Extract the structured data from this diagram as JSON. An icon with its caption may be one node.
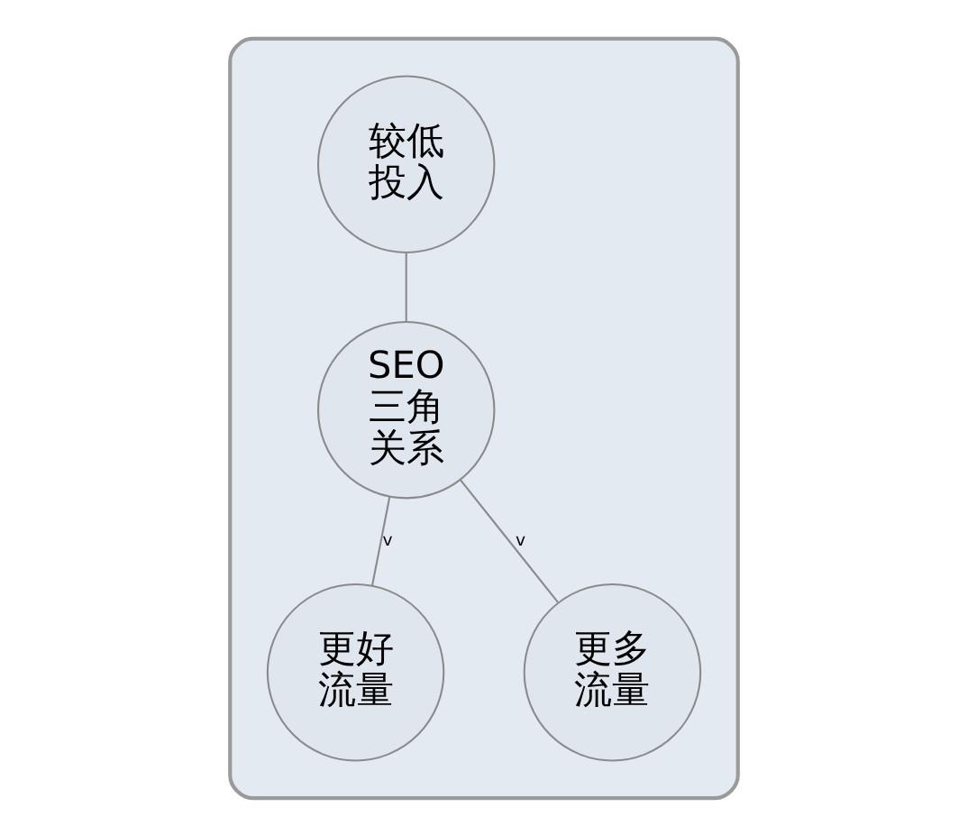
{
  "diagram": {
    "nodes": [
      {
        "text": [],
        "shape": "triangle"
      },
      {
        "text": [
          "较低投入"
        ],
        "in": 0
      },
      {
        "text": [
          "SEO三角关系"
        ],
        "in": 0
      },
      {
        "text": [
          "更好流量"
        ],
        "in": 0
      },
      {
        "text": [
          "更多流量"
        ],
        "in": 0
      }
    ],
    "edges": [
      {
        "from": 1,
        "to": 2,
        "arrow": "none"
      },
      {
        "from": 2,
        "to": 3,
        "arrow": "none",
        "label": "v"
      },
      {
        "from": 2,
        "to": 4,
        "arrow": "none",
        "label": "v"
      }
    ]
  }
}
